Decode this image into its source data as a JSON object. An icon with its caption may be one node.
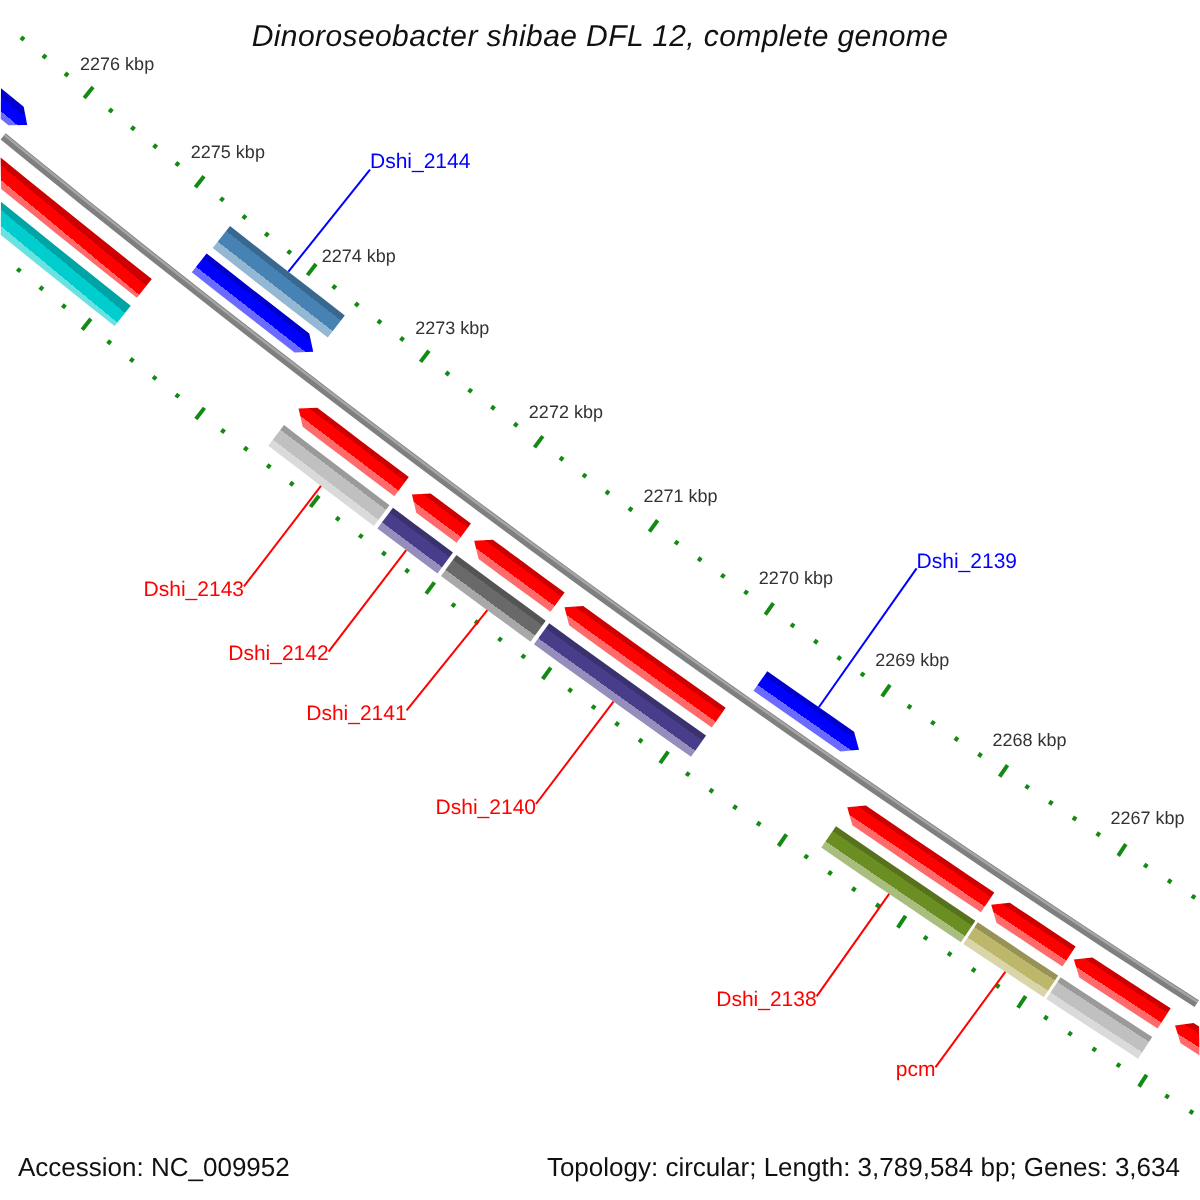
{
  "diagram": {
    "title": "Dinoroseobacter shibae DFL 12, complete genome",
    "nodes": [
      {
        "text": [
          "Dshi_2144"
        ]
      },
      {
        "text": [
          "Dshi_2139"
        ]
      },
      {
        "text": [
          "Dshi_2143"
        ]
      },
      {
        "text": [
          "Dshi_2142"
        ]
      },
      {
        "text": [
          "Dshi_2141"
        ]
      },
      {
        "text": [
          "Dshi_2140"
        ]
      },
      {
        "text": [
          "Dshi_2138"
        ]
      },
      {
        "text": [
          "pcm"
        ]
      },
      {
        "text": [],
        "shape": "pentagon"
      },
      {
        "text": [],
        "shape": "pentagon"
      },
      {
        "text": [],
        "shape": "bar"
      },
      {
        "text": [],
        "shape": "pentagon"
      },
      {
        "text": [],
        "shape": "bar"
      },
      {
        "text": [],
        "shape": "bar"
      },
      {
        "text": [],
        "shape": "pentagon"
      },
      {
        "text": [],
        "shape": "bar"
      },
      {
        "text": [],
        "shape": "pentagon"
      },
      {
        "text": [],
        "shape": "bar"
      },
      {
        "text": [],
        "shape": "pentagon"
      },
      {
        "text": [],
        "shape": "bar"
      },
      {
        "text": [],
        "shape": "pentagon"
      },
      {
        "text": [],
        "shape": "pentagon"
      },
      {
        "text": [],
        "shape": "bar"
      },
      {
        "text": [],
        "shape": "pentagon"
      },
      {
        "text": [],
        "shape": "bar"
      },
      {
        "text": [],
        "shape": "pentagon"
      },
      {
        "text": [],
        "shape": "bar"
      },
      {
        "text": [],
        "shape": "pentagon"
      },
      {
        "text": [],
        "shape": "pentagon"
      }
    ],
    "edges": [
      {
        "from": 0,
        "to": 12,
        "arrow": "none",
        "color": "#0000ff"
      },
      {
        "from": 1,
        "to": 21,
        "arrow": "none",
        "color": "#0000ff"
      },
      {
        "from": 2,
        "to": 13,
        "arrow": "none"
      },
      {
        "from": 3,
        "to": 15,
        "arrow": "none"
      },
      {
        "from": 4,
        "to": 17,
        "arrow": "none"
      },
      {
        "from": 5,
        "to": 19,
        "arrow": "none"
      },
      {
        "from": 6,
        "to": 22,
        "arrow": "none"
      },
      {
        "from": 7,
        "to": 24,
        "arrow": "none"
      }
    ],
    "labels": [
      "2276 kbp",
      "2275 kbp",
      "2274 kbp",
      "2273 kbp",
      "2272 kbp",
      "2271 kbp",
      "2270 kbp",
      "2269 kbp",
      "2268 kbp",
      "2267 kbp",
      "Accession: NC_009952",
      "Topology: circular; Length: 3,789,584 bp; Genes: 3,634"
    ]
  }
}
